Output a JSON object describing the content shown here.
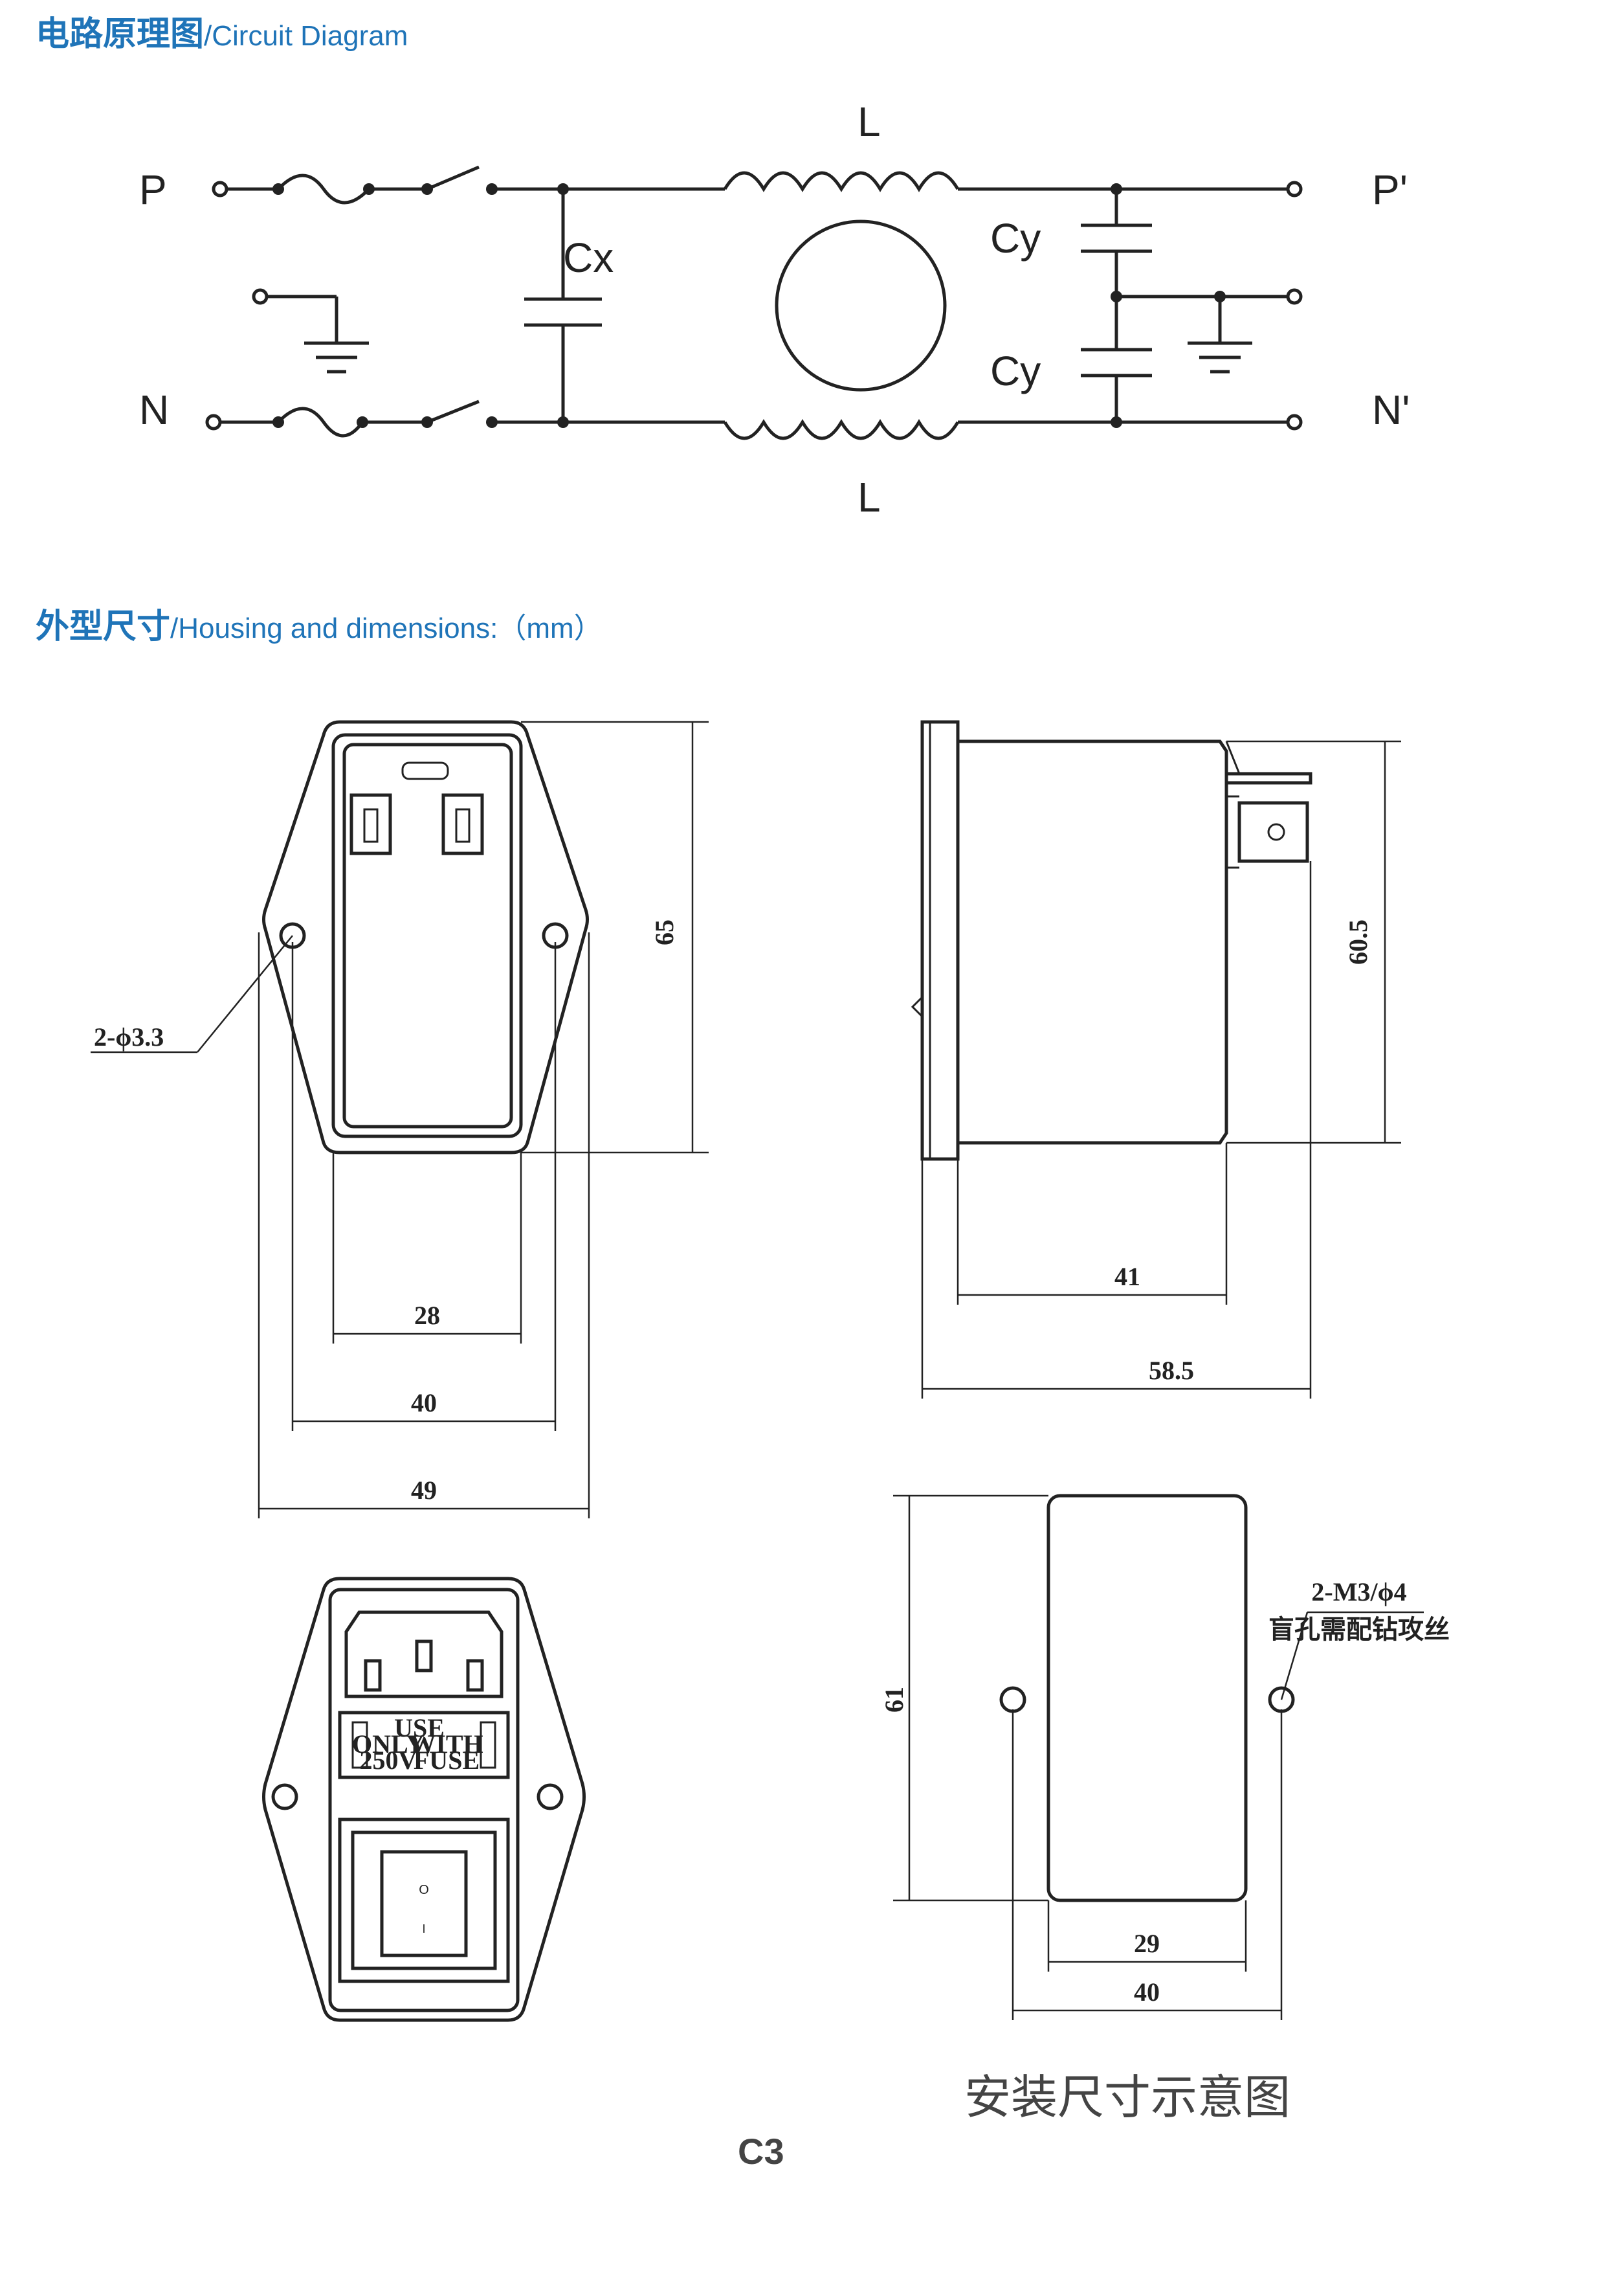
{
  "sections": {
    "circuit": {
      "title_zh": "电路原理图",
      "title_sep": "/",
      "title_en": "Circuit Diagram"
    },
    "housing": {
      "title_zh": "外型尺寸",
      "title_sep": "/",
      "title_en": "Housing and dimensions:（mm）"
    }
  },
  "circuit": {
    "terminal_p": "P",
    "terminal_n": "N",
    "terminal_p_out": "P'",
    "terminal_n_out": "N'",
    "inductor_top": "L",
    "inductor_bottom": "L",
    "cap_x": "Cx",
    "cap_y_top": "Cy",
    "cap_y_bottom": "Cy"
  },
  "front_view": {
    "hole_label": "2-ϕ3.3",
    "height": "65",
    "w_inner": "28",
    "w_holes": "40",
    "w_total": "49"
  },
  "side_view": {
    "height": "60.5",
    "depth_body": "41",
    "depth_total": "58.5"
  },
  "mount_view": {
    "hole_label_1": "2-M3/ϕ4",
    "hole_label_2": "盲孔需配钻攻丝",
    "height": "61",
    "w_inner": "29",
    "w_holes": "40"
  },
  "back_view": {
    "fuse_line1": "USE",
    "fuse_line2a": "ONLY",
    "fuse_line2b": "WITH",
    "fuse_line3a": "250V",
    "fuse_line3b": "FUSE",
    "switch_on": "O",
    "switch_off": "I"
  },
  "caption": "安装尺寸示意图",
  "page_number": "C3"
}
